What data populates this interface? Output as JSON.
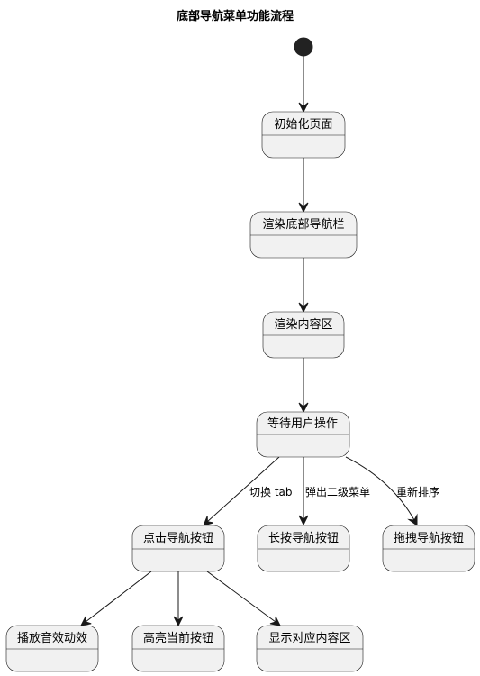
{
  "title": "底部导航菜单功能流程",
  "colors": {
    "box_fill": "#f1f1f1",
    "stroke": "#181818",
    "start_node": "#222222"
  },
  "states": {
    "init": "初始化页面",
    "render_nav": "渲染底部导航栏",
    "render_content": "渲染内容区",
    "wait": "等待用户操作",
    "click": "点击导航按钮",
    "long_press": "长按导航按钮",
    "drag": "拖拽导航按钮",
    "animation": "播放音效动效",
    "highlight": "高亮当前按钮",
    "show_content": "显示对应内容区"
  },
  "transitions": {
    "switch_tab": "切换 tab",
    "popup_submenu": "弹出二级菜单",
    "reorder": "重新排序"
  }
}
